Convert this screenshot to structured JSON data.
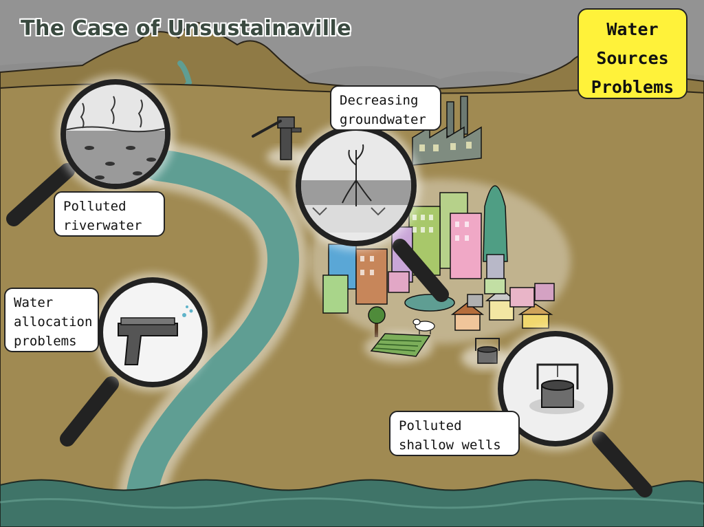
{
  "title": "The Case of Unsustainaville",
  "badge": {
    "lines": [
      "Water",
      "Sources",
      "Problems"
    ]
  },
  "callouts": {
    "polluted_riverwater": {
      "lines": [
        "Polluted",
        "riverwater"
      ]
    },
    "water_allocation": {
      "lines": [
        "Water",
        "allocation",
        "problems"
      ]
    },
    "decreasing_groundwater": {
      "lines": [
        "Decreasing",
        "groundwater"
      ]
    },
    "polluted_wells": {
      "lines": [
        "Polluted",
        "shallow wells"
      ]
    }
  },
  "colors": {
    "sky": "#8d8d8d",
    "ground": "#a08a52",
    "mountain": "#8f7a45",
    "river": "#5f9e93",
    "sea": "#3f7468",
    "badge": "#fff23a"
  },
  "icons": [
    "magnifier-icon",
    "hand-pump-icon",
    "factory-icon",
    "city-buildings-icon",
    "houses-icon",
    "well-icon",
    "pistol-icon",
    "fish-icon",
    "sapling-icon",
    "tree-icon",
    "crop-field-icon",
    "cattle-icon"
  ]
}
